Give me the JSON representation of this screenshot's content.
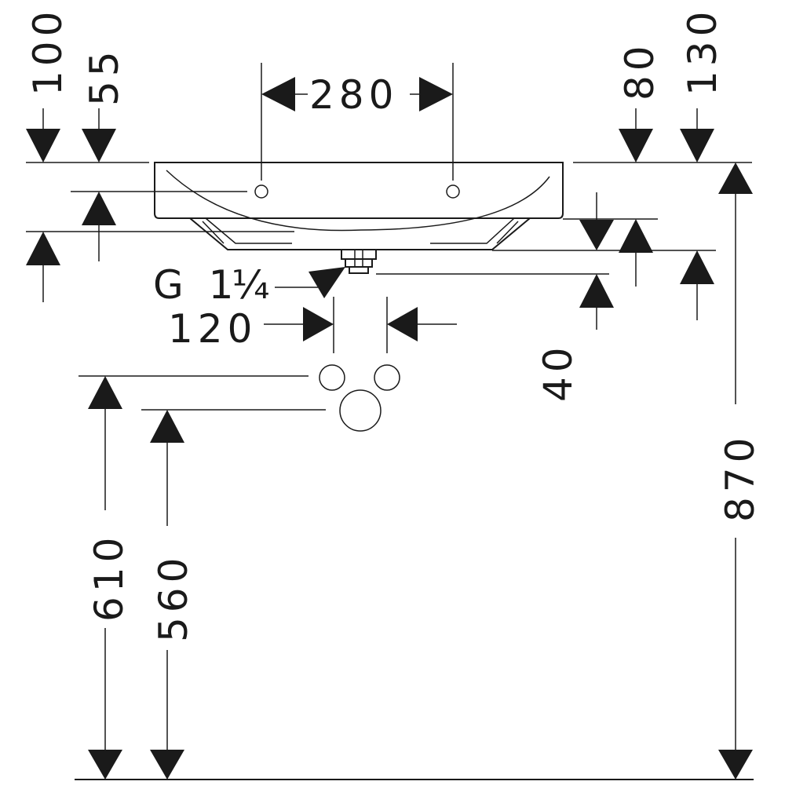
{
  "dimensions": {
    "d100": "100",
    "d55": "55",
    "d280": "280",
    "d80": "80",
    "d130": "130",
    "thread": "G 1",
    "thread_fraction": "¼",
    "d120": "120",
    "d40": "40",
    "d610": "610",
    "d560": "560",
    "d870": "870"
  },
  "colors": {
    "line": "#1a1a1a",
    "background": "#ffffff"
  }
}
